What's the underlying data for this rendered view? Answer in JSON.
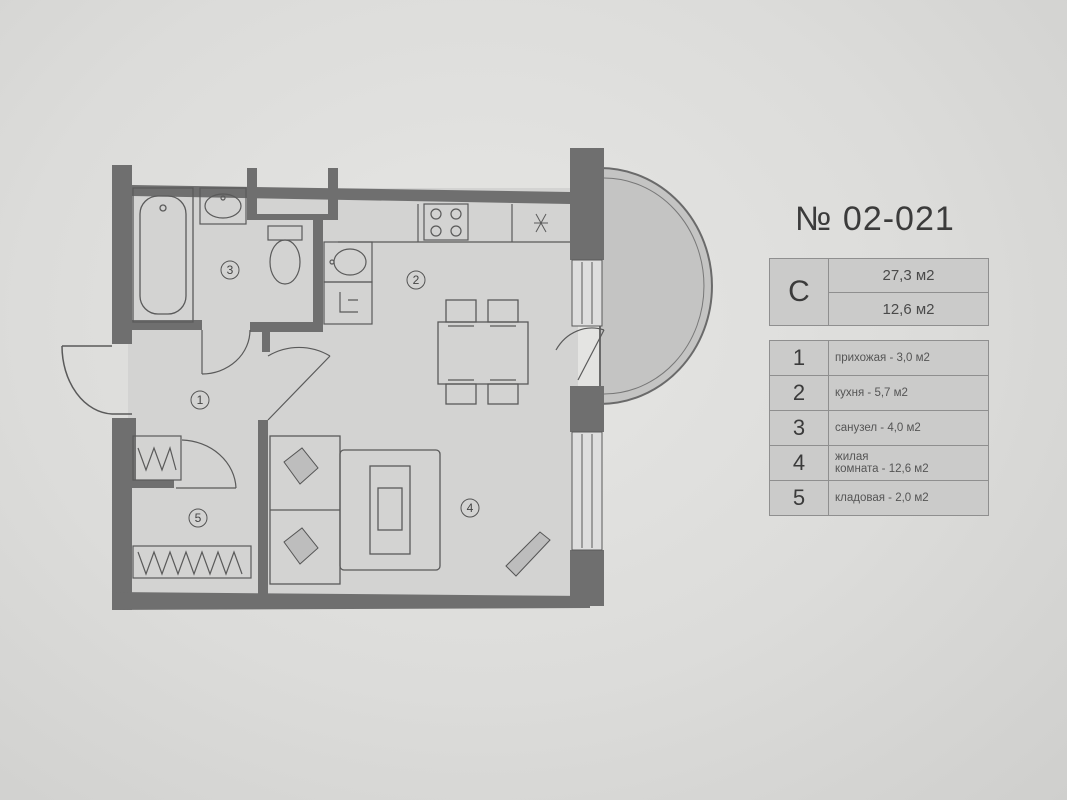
{
  "plan": {
    "apartment_number": "№ 02-021",
    "summary": {
      "type_letter": "С",
      "total_area": "27,3 м2",
      "living_area": "12,6 м2"
    },
    "rooms": [
      {
        "num": "1",
        "text": "прихожая - 3,0 м2"
      },
      {
        "num": "2",
        "text": "кухня - 5,7 м2"
      },
      {
        "num": "3",
        "text": "санузел - 4,0 м2"
      },
      {
        "num": "4",
        "text_line1": "жилая",
        "text_line2": "комната - 12,6 м2"
      },
      {
        "num": "5",
        "text": "кладовая - 2,0 м2"
      }
    ],
    "room_markers": [
      "1",
      "2",
      "3",
      "4",
      "5"
    ]
  },
  "colors": {
    "wall": "#6f6f6f",
    "line": "#5a5a5a",
    "table_bg": "#cbcbca",
    "balcony_fill": "#bdbdbc"
  },
  "icons": [
    "bathtub-icon",
    "washbasin-icon",
    "toilet-icon",
    "stove-icon",
    "sink-icon",
    "dining-table-icon",
    "sofa-icon",
    "armchair-icon",
    "coffee-table-icon",
    "wardrobe-icon",
    "door-swing-icon",
    "window-icon",
    "balcony-icon"
  ]
}
